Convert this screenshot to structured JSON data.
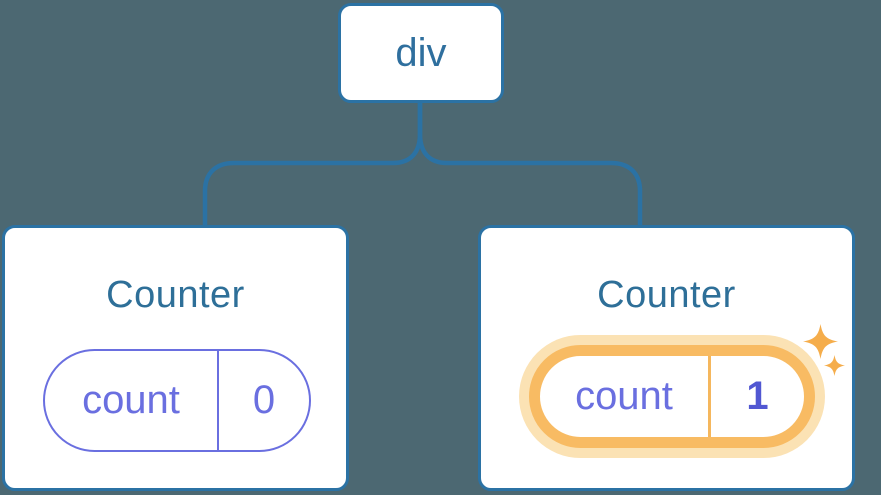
{
  "diagram": {
    "description": "React component tree: div root with two Counter children holding isolated state",
    "root": {
      "label": "div"
    },
    "children": [
      {
        "title": "Counter",
        "state_key": "count",
        "state_value": "0",
        "highlighted": false
      },
      {
        "title": "Counter",
        "state_key": "count",
        "state_value": "1",
        "highlighted": true
      }
    ]
  },
  "icons": {
    "sparkle": "four-point-star-twinkle"
  },
  "colors": {
    "background": "#4c6872",
    "connector_and_border_blue": "#2b72a4",
    "label_text_blue": "#2f6f9e",
    "state_purple": "#6a6fe0",
    "highlighted_value_indigo": "#5157d2",
    "highlight_ring_orange": "#f8bb63",
    "highlight_glow_peach": "#fbe2b4",
    "highlight_divider_orange": "#f5b75d",
    "sparkle_amber": "#f5ad4b",
    "card_fill": "#ffffff"
  }
}
